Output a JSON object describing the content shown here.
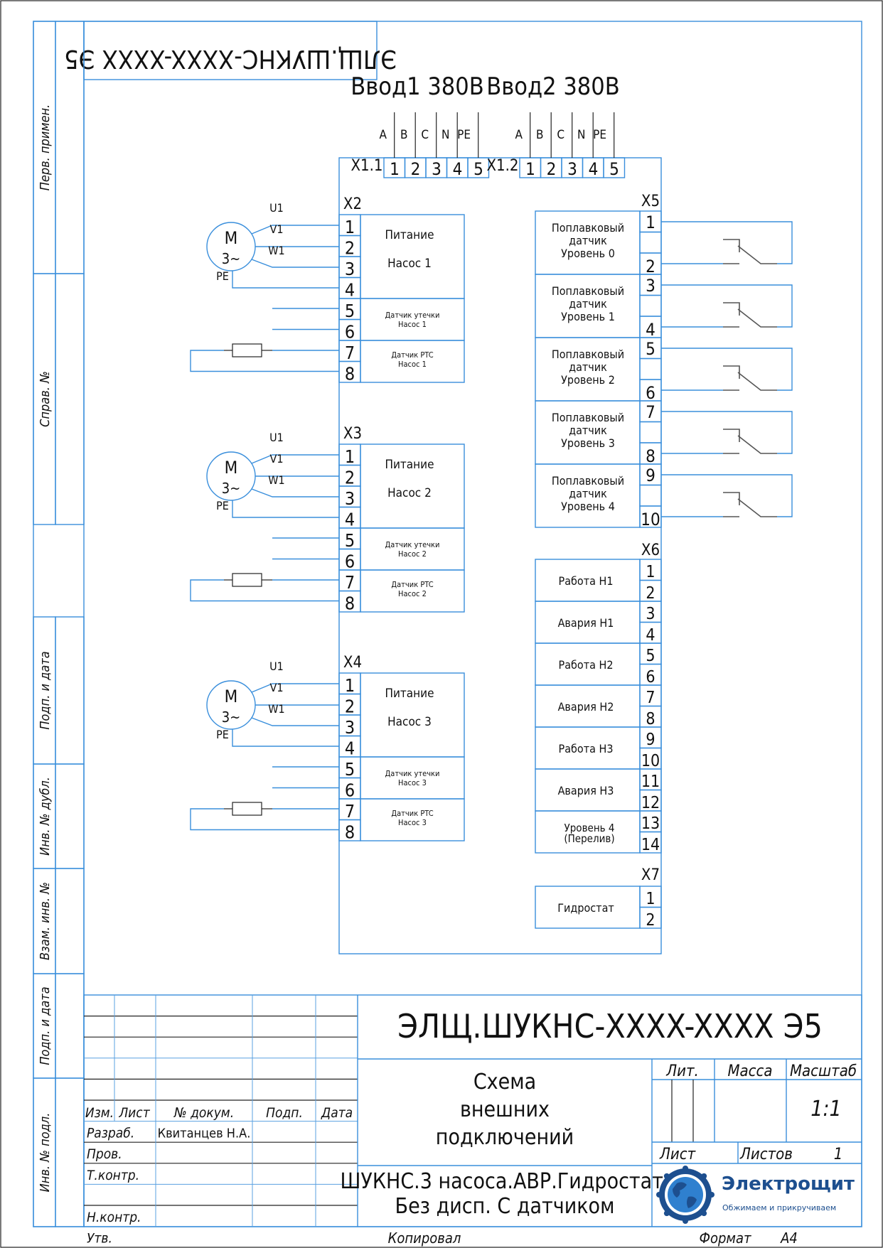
{
  "stamp_rotated": "ЭЛЩ.ШУКНС-XXXX-XXXX Э5",
  "inputs": [
    {
      "title": "Ввод1 380В",
      "terminal": "X1.1",
      "phases": [
        "A",
        "B",
        "C",
        "N",
        "PE"
      ],
      "pins": [
        "1",
        "2",
        "3",
        "4",
        "5"
      ]
    },
    {
      "title": "Ввод2 380В",
      "terminal": "X1.2",
      "phases": [
        "A",
        "B",
        "C",
        "N",
        "PE"
      ],
      "pins": [
        "1",
        "2",
        "3",
        "4",
        "5"
      ]
    }
  ],
  "pumps": [
    {
      "terminal": "X2",
      "motor": {
        "label": "M",
        "sub": "3~",
        "wires": [
          "U1",
          "V1",
          "W1"
        ],
        "pe": "PE"
      },
      "pins": [
        "1",
        "2",
        "3",
        "4",
        "5",
        "6",
        "7",
        "8"
      ],
      "groups": [
        {
          "lines": [
            "Питание",
            "Насос 1"
          ]
        },
        {
          "lines": [
            "Датчик утечки",
            "Насос 1"
          ]
        },
        {
          "lines": [
            "Датчик PTC",
            "Насос 1"
          ]
        }
      ]
    },
    {
      "terminal": "X3",
      "motor": {
        "label": "M",
        "sub": "3~",
        "wires": [
          "U1",
          "V1",
          "W1"
        ],
        "pe": "PE"
      },
      "pins": [
        "1",
        "2",
        "3",
        "4",
        "5",
        "6",
        "7",
        "8"
      ],
      "groups": [
        {
          "lines": [
            "Питание",
            "Насос 2"
          ]
        },
        {
          "lines": [
            "Датчик утечки",
            "Насос 2"
          ]
        },
        {
          "lines": [
            "Датчик PTC",
            "Насос 2"
          ]
        }
      ]
    },
    {
      "terminal": "X4",
      "motor": {
        "label": "M",
        "sub": "3~",
        "wires": [
          "U1",
          "V1",
          "W1"
        ],
        "pe": "PE"
      },
      "pins": [
        "1",
        "2",
        "3",
        "4",
        "5",
        "6",
        "7",
        "8"
      ],
      "groups": [
        {
          "lines": [
            "Питание",
            "Насос 3"
          ]
        },
        {
          "lines": [
            "Датчик утечки",
            "Насос 3"
          ]
        },
        {
          "lines": [
            "Датчик PTC",
            "Насос 3"
          ]
        }
      ]
    }
  ],
  "x5": {
    "terminal": "X5",
    "sensors": [
      {
        "lines": [
          "Поплавковый",
          "датчик",
          "Уровень 0"
        ],
        "pins": [
          "1",
          "2"
        ]
      },
      {
        "lines": [
          "Поплавковый",
          "датчик",
          "Уровень 1"
        ],
        "pins": [
          "3",
          "4"
        ]
      },
      {
        "lines": [
          "Поплавковый",
          "датчик",
          "Уровень 2"
        ],
        "pins": [
          "5",
          "6"
        ]
      },
      {
        "lines": [
          "Поплавковый",
          "датчик",
          "Уровень 3"
        ],
        "pins": [
          "7",
          "8"
        ]
      },
      {
        "lines": [
          "Поплавковый",
          "датчик",
          "Уровень 4"
        ],
        "pins": [
          "9",
          "10"
        ]
      }
    ]
  },
  "x6": {
    "terminal": "X6",
    "signals": [
      {
        "lines": [
          "Работа Н1"
        ],
        "pins": [
          "1",
          "2"
        ]
      },
      {
        "lines": [
          "Авария Н1"
        ],
        "pins": [
          "3",
          "4"
        ]
      },
      {
        "lines": [
          "Работа Н2"
        ],
        "pins": [
          "5",
          "6"
        ]
      },
      {
        "lines": [
          "Авария Н2"
        ],
        "pins": [
          "7",
          "8"
        ]
      },
      {
        "lines": [
          "Работа Н3"
        ],
        "pins": [
          "9",
          "10"
        ]
      },
      {
        "lines": [
          "Авария Н3"
        ],
        "pins": [
          "11",
          "12"
        ]
      },
      {
        "lines": [
          "Уровень 4",
          "(Перелив)"
        ],
        "pins": [
          "13",
          "14"
        ]
      }
    ]
  },
  "x7": {
    "terminal": "X7",
    "signals": [
      {
        "lines": [
          "Гидростат"
        ],
        "pins": [
          "1",
          "2"
        ]
      }
    ]
  },
  "side_strip": [
    "Перв. примен.",
    "Справ. №",
    "Подп. и дата",
    "Инв. № дубл.",
    "Взам. инв. №",
    "Подп. и дата",
    "Инв. № подл."
  ],
  "title_block": {
    "designation": "ЭЛЩ.ШУКНС-XXXX-XXXX Э5",
    "doc_name": [
      "Схема",
      "внешних",
      "подключений"
    ],
    "product": [
      "ШУКНС.3 насоса.АВР.Гидростат.",
      "Без дисп. С датчиком"
    ],
    "headers": {
      "izm": "Изм.",
      "list": "Лист",
      "doc": "№ докум.",
      "sign": "Подп.",
      "date": "Дата"
    },
    "roles": [
      "Разраб.",
      "Пров.",
      "Т.контр.",
      "",
      "Н.контр.",
      "Утв."
    ],
    "developer": "Квитанцев Н.А.",
    "lit": "Лит.",
    "mass": "Масса",
    "scale_label": "Масштаб",
    "scale": "1:1",
    "sheet": "Лист",
    "sheets": "Листов",
    "sheets_count": "1",
    "copied": "Копировал",
    "format_label": "Формат",
    "format": "А4",
    "company": "Электрощит",
    "slogan": "Обжимаем и прикручиваем"
  },
  "colors": {
    "line": "#3a8fdc",
    "brand": "#1d4f8f"
  }
}
